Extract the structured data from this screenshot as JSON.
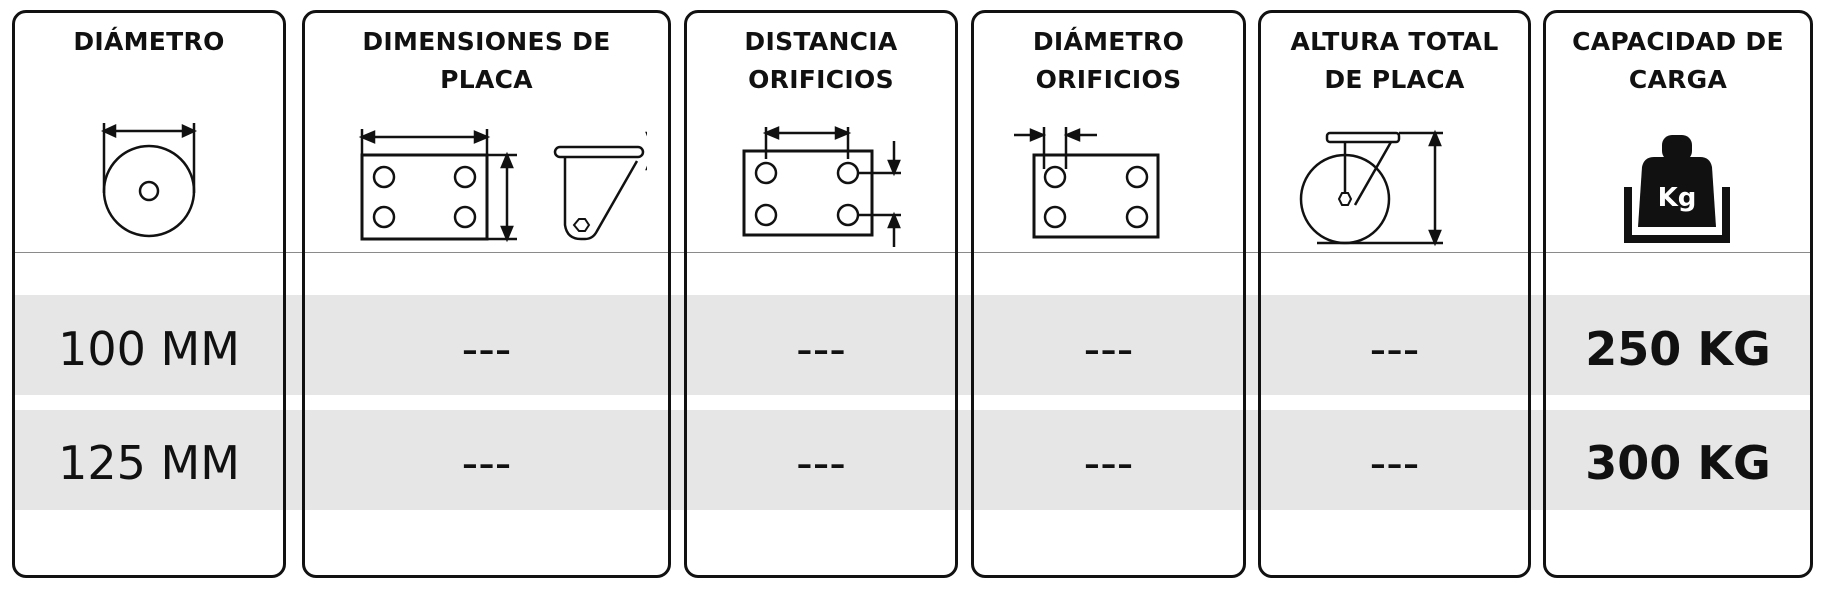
{
  "columns": [
    {
      "header": "DIÁMETRO",
      "icon": "wheel-diameter-icon",
      "rows": [
        "100 MM",
        "125 MM"
      ]
    },
    {
      "header": "DIMENSIONES DE PLACA",
      "icon": "plate-dimensions-icon",
      "rows": [
        "---",
        "---"
      ]
    },
    {
      "header": "DISTANCIA ORIFICIOS",
      "icon": "hole-spacing-icon",
      "rows": [
        "---",
        "---"
      ]
    },
    {
      "header": "DIÁMETRO ORIFICIOS",
      "icon": "hole-diameter-icon",
      "rows": [
        "---",
        "---"
      ]
    },
    {
      "header": "ALTURA TOTAL DE PLACA",
      "icon": "total-height-icon",
      "rows": [
        "---",
        "---"
      ]
    },
    {
      "header": "CAPACIDAD DE CARGA",
      "icon": "load-weight-icon",
      "rows": [
        "250 KG",
        "300 KG"
      ],
      "icon_text": "Kg"
    }
  ],
  "colors": {
    "border": "#111111",
    "row_band": "#e6e6e6",
    "divider": "#8a8a8a"
  }
}
